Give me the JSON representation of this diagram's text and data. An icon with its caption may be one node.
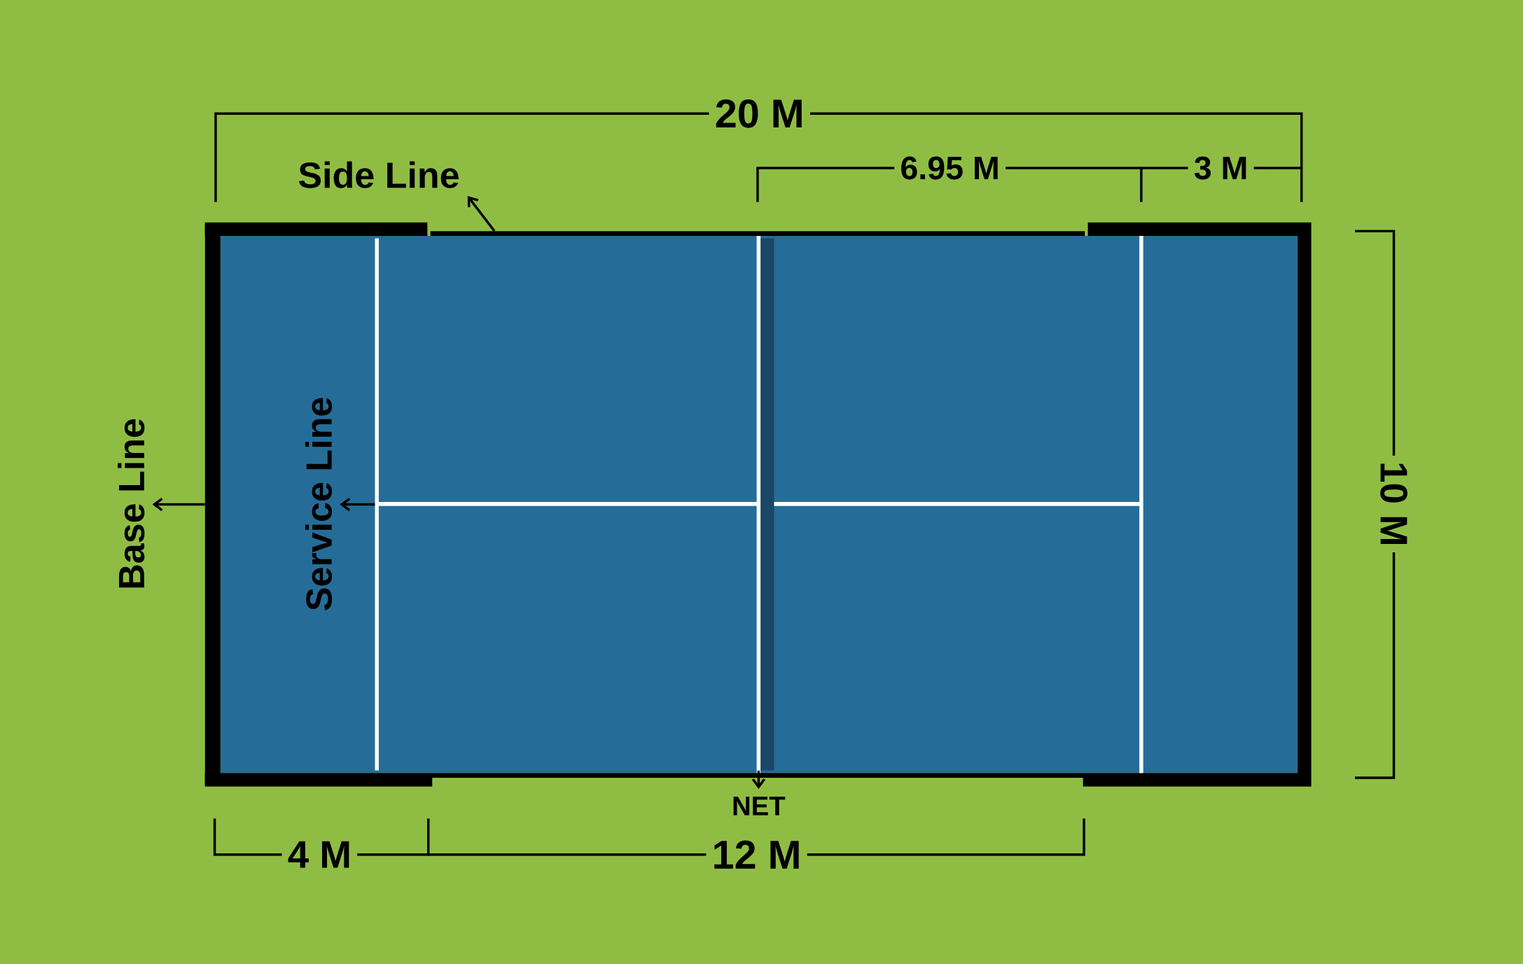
{
  "diagram": {
    "nodes": [
      {
        "text": [
          "Side Line"
        ]
      },
      {
        "text": [],
        "shape": "line"
      },
      {
        "text": [
          "Base Line"
        ]
      },
      {
        "text": [],
        "shape": "line"
      },
      {
        "text": [
          "Service Line"
        ]
      },
      {
        "text": [],
        "shape": "line"
      },
      {
        "text": [
          "NET"
        ]
      },
      {
        "text": [],
        "shape": "line"
      }
    ],
    "edges": [
      {
        "from": 1,
        "to": 0,
        "arrow": "to"
      },
      {
        "from": 3,
        "to": 2,
        "arrow": "to"
      },
      {
        "from": 5,
        "to": 4,
        "arrow": "to"
      },
      {
        "from": 7,
        "to": 6,
        "arrow": "to"
      }
    ],
    "labels": [
      "20 M",
      "6.95 M",
      "3 M",
      "10 M",
      "4 M",
      "12 M"
    ]
  }
}
